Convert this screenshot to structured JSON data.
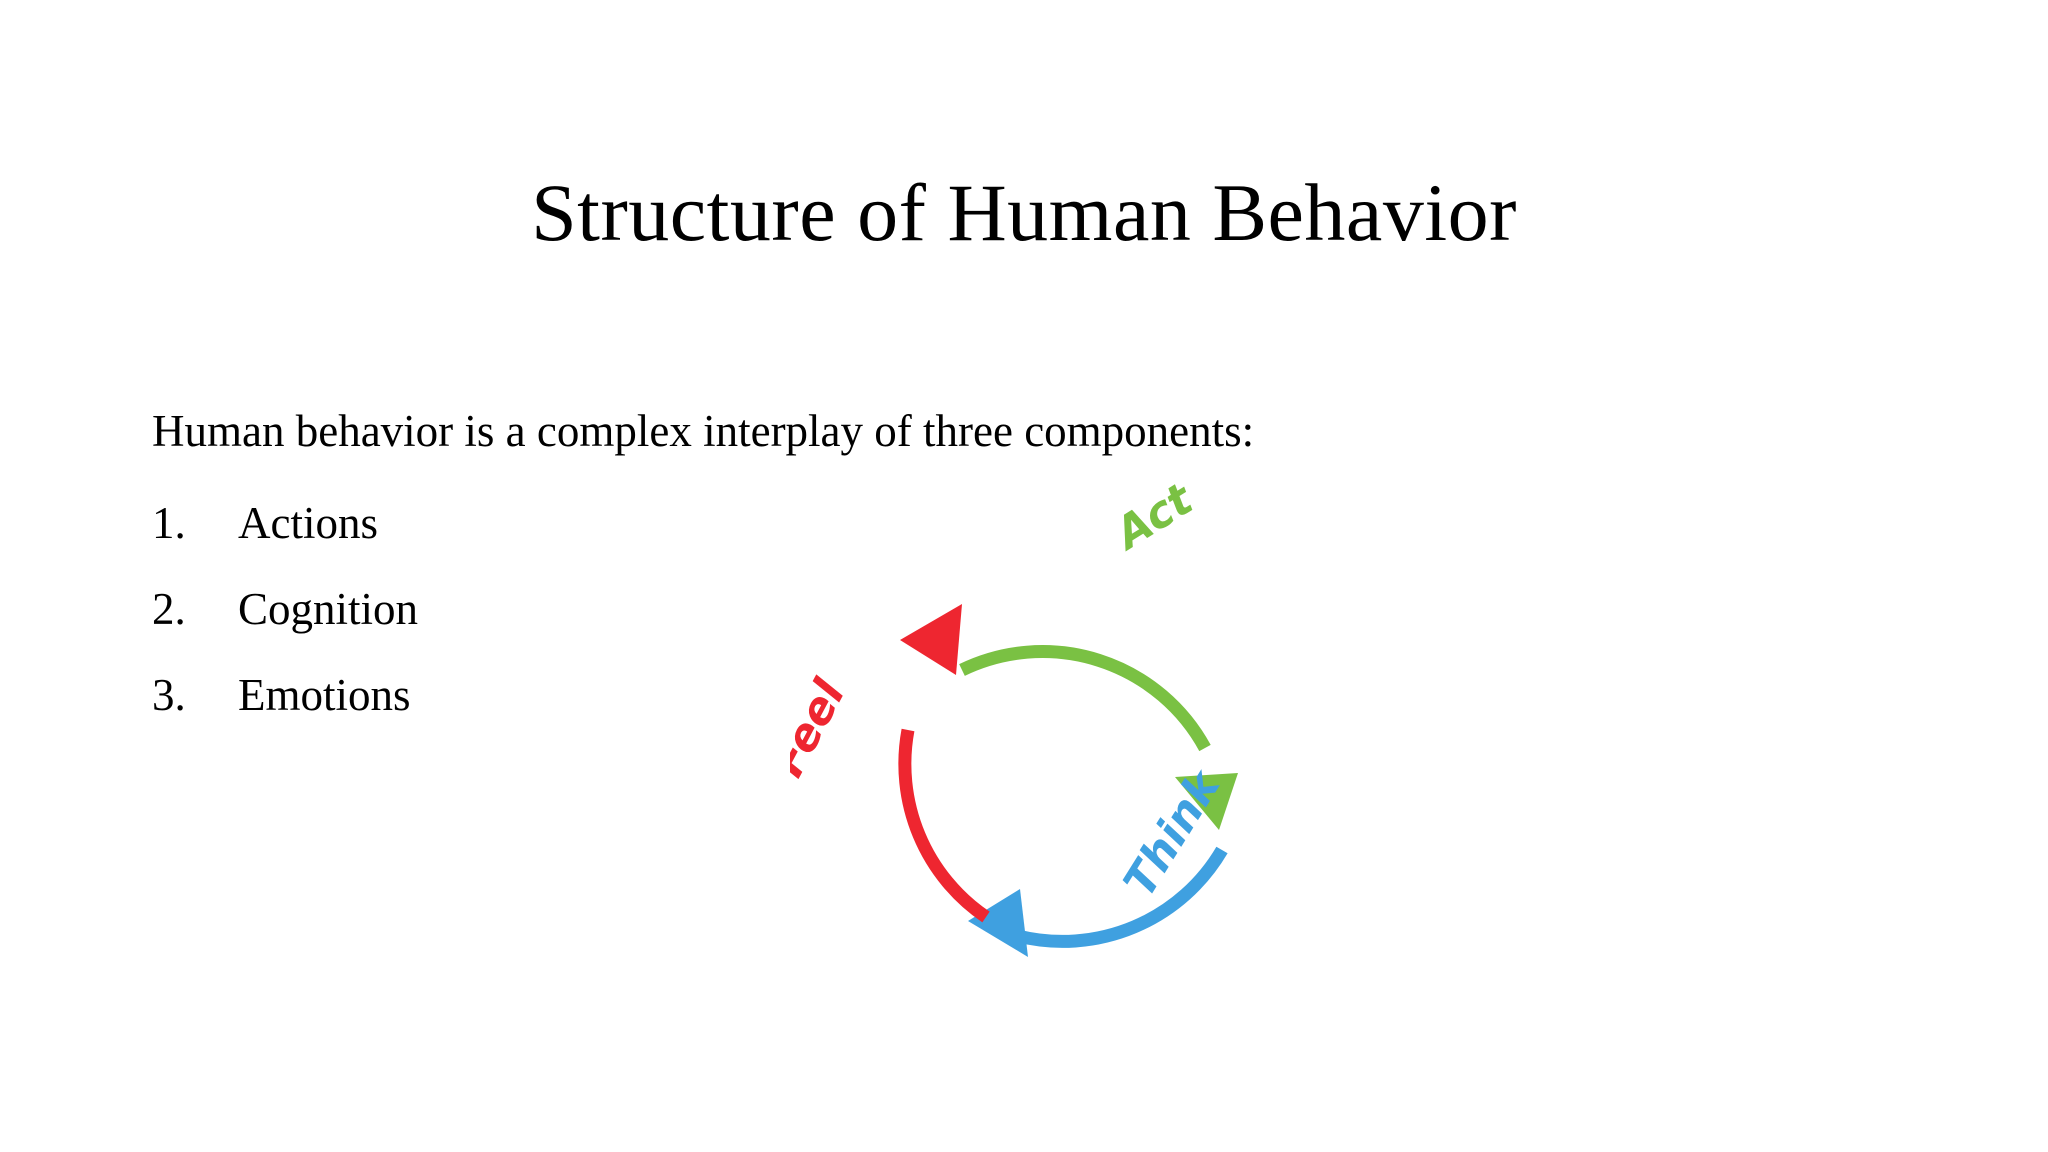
{
  "slide": {
    "background_color": "#FFFFFF",
    "title": "Structure of Human Behavior",
    "lead_line": "Human behavior is a complex interplay of three components:",
    "list": [
      {
        "number": "1.",
        "label": "Actions"
      },
      {
        "number": "2.",
        "label": "Cognition"
      },
      {
        "number": "3.",
        "label": "Emotions"
      }
    ]
  },
  "diagram": {
    "name": "act-think-feel-cycle",
    "type": "cycle",
    "direction": "clockwise",
    "segments": [
      {
        "id": "act",
        "label": "Act",
        "color": "#7AC143",
        "arc_start_oclock": 11,
        "arc_end_oclock": 4,
        "label_position": "top-right"
      },
      {
        "id": "think",
        "label": "Think",
        "color": "#3FA0E0",
        "arc_start_oclock": 2,
        "arc_end_oclock": 7,
        "label_position": "bottom-right"
      },
      {
        "id": "feel",
        "label": "Feel",
        "color": "#EE2630",
        "arc_start_oclock": 7,
        "arc_end_oclock": 11,
        "label_position": "left"
      }
    ]
  }
}
